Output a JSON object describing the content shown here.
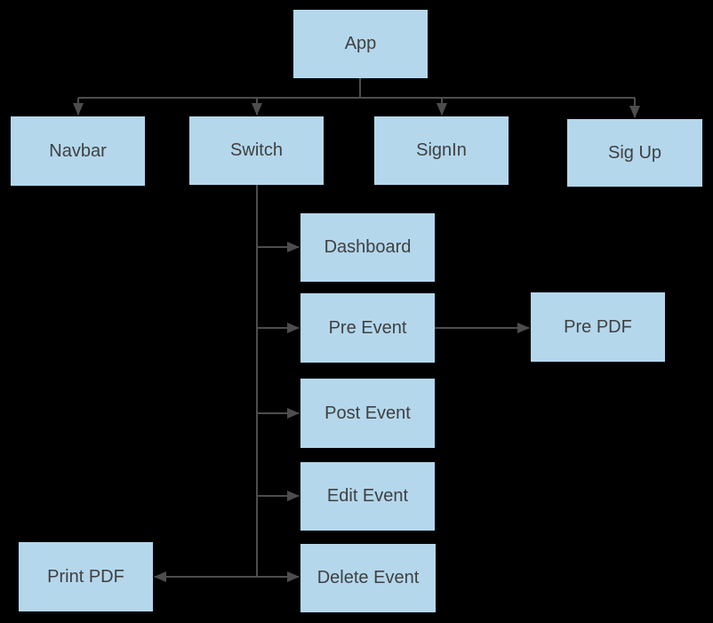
{
  "diagram": {
    "type": "component-hierarchy-flowchart",
    "colors": {
      "background": "#000000",
      "node_fill": "#b4d7ec",
      "node_text": "#404040",
      "connector": "#4d4d4d"
    },
    "nodes": {
      "app": {
        "label": "App"
      },
      "navbar": {
        "label": "Navbar"
      },
      "switch": {
        "label": "Switch"
      },
      "signin": {
        "label": "SignIn"
      },
      "sigup": {
        "label": "Sig Up"
      },
      "dashboard": {
        "label": "Dashboard"
      },
      "pre_event": {
        "label": "Pre Event"
      },
      "pre_pdf": {
        "label": "Pre PDF"
      },
      "post_event": {
        "label": "Post Event"
      },
      "edit_event": {
        "label": "Edit Event"
      },
      "delete_event": {
        "label": "Delete Event"
      },
      "print_pdf": {
        "label": "Print PDF"
      }
    },
    "edges": [
      {
        "from": "App",
        "to": "Navbar"
      },
      {
        "from": "App",
        "to": "Switch"
      },
      {
        "from": "App",
        "to": "SignIn"
      },
      {
        "from": "App",
        "to": "Sig Up"
      },
      {
        "from": "Switch",
        "to": "Dashboard"
      },
      {
        "from": "Switch",
        "to": "Pre Event"
      },
      {
        "from": "Switch",
        "to": "Post Event"
      },
      {
        "from": "Switch",
        "to": "Edit Event"
      },
      {
        "from": "Switch",
        "to": "Delete Event"
      },
      {
        "from": "Switch",
        "to": "Print PDF"
      },
      {
        "from": "Pre Event",
        "to": "Pre PDF"
      }
    ]
  }
}
